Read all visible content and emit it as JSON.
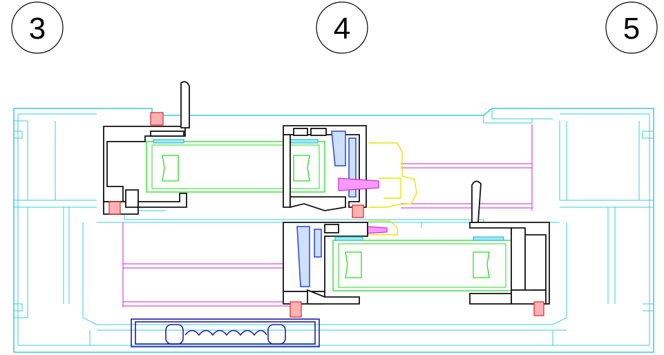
{
  "callouts": [
    {
      "label": "3"
    },
    {
      "label": "4"
    },
    {
      "label": "5"
    }
  ],
  "colors": {
    "outer_frame": "#33ccdd",
    "sash_profile": "#111111",
    "glazing": "#22dd22",
    "reinforcement": "#2244dd",
    "bottom_track": "#1a1aaa",
    "interlock_cap": "#e6e600",
    "brush_seal": "#dd2222",
    "screw": "#cc22cc"
  },
  "icons": [
    "section-callout-icon",
    "brush-seal-icon",
    "screw-icon"
  ]
}
